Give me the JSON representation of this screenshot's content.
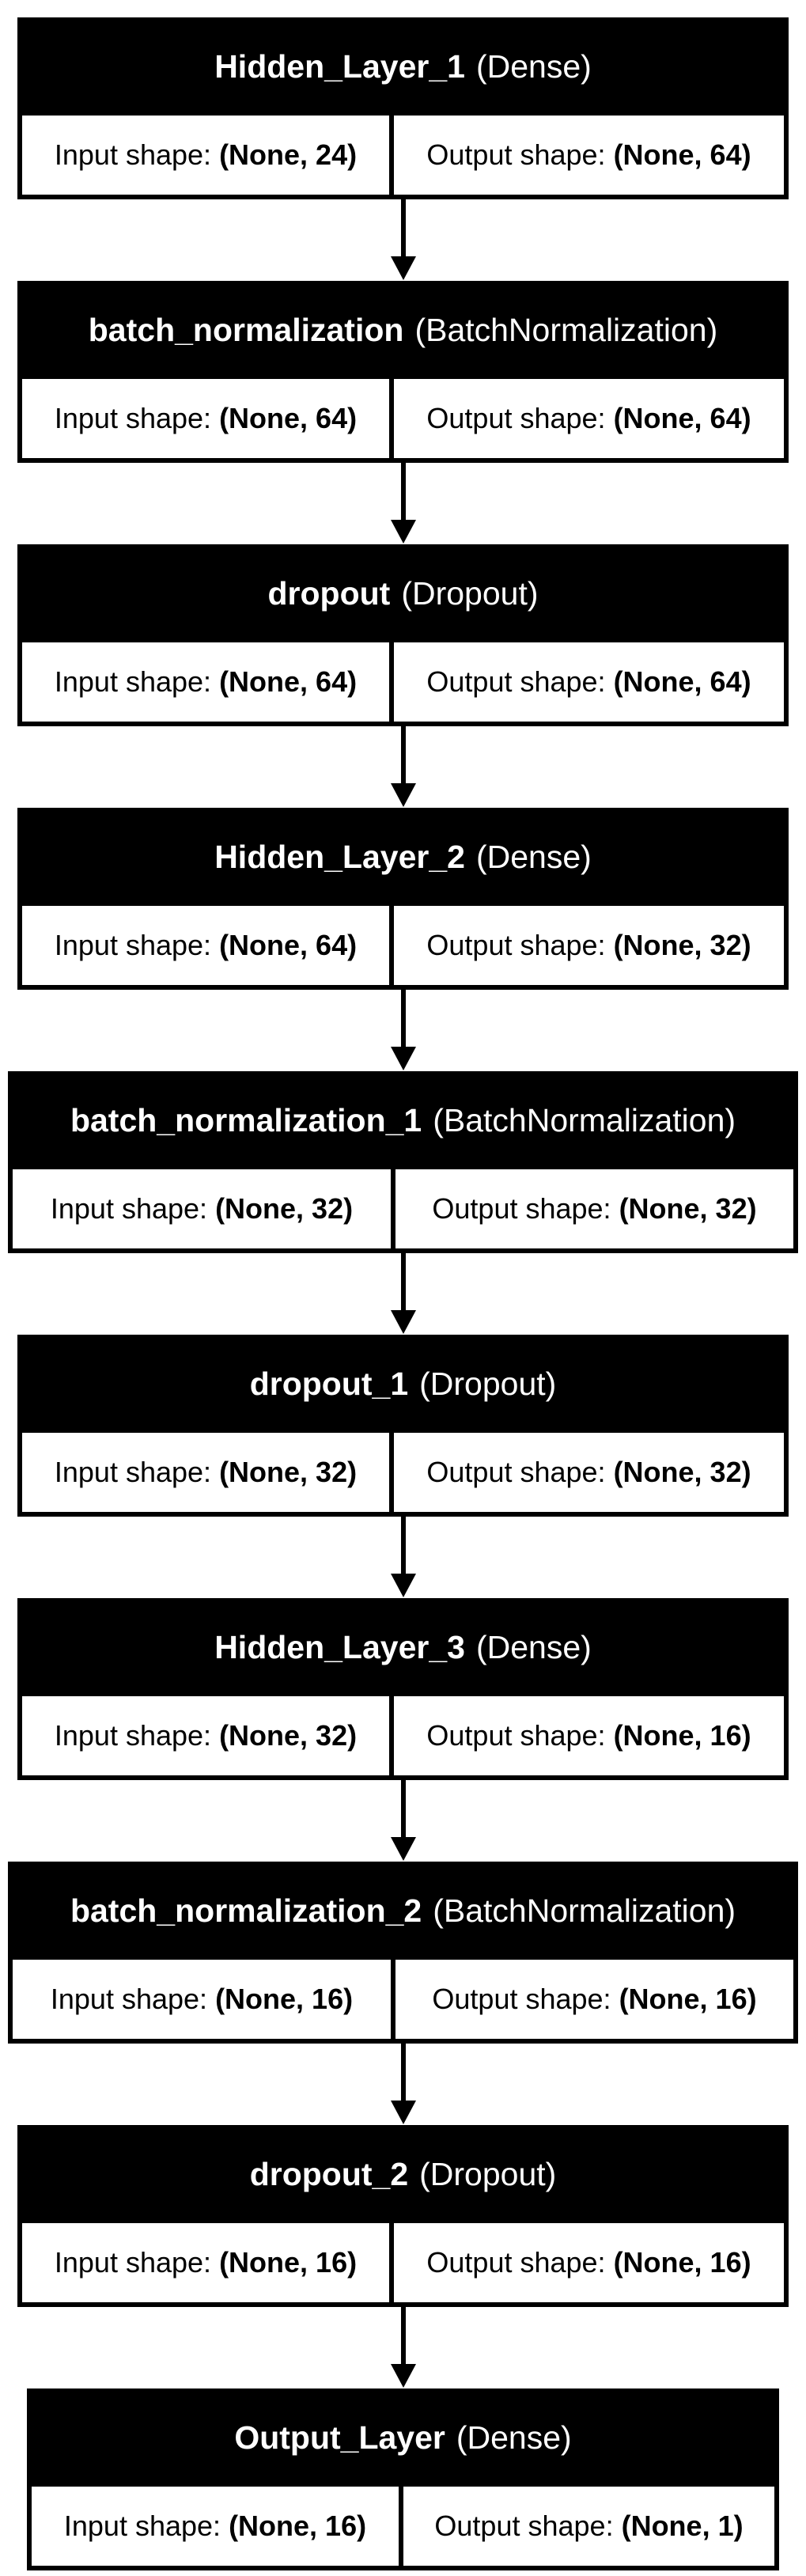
{
  "diagram": {
    "type": "keras-model-plot",
    "layers": [
      {
        "name": "Hidden_Layer_1",
        "type": "(Dense)",
        "input_label": "Input shape:",
        "input_shape": "(None, 24)",
        "output_label": "Output shape:",
        "output_shape": "(None, 64)"
      },
      {
        "name": "batch_normalization",
        "type": "(BatchNormalization)",
        "input_label": "Input shape:",
        "input_shape": "(None, 64)",
        "output_label": "Output shape:",
        "output_shape": "(None, 64)"
      },
      {
        "name": "dropout",
        "type": "(Dropout)",
        "input_label": "Input shape:",
        "input_shape": "(None, 64)",
        "output_label": "Output shape:",
        "output_shape": "(None, 64)"
      },
      {
        "name": "Hidden_Layer_2",
        "type": "(Dense)",
        "input_label": "Input shape:",
        "input_shape": "(None, 64)",
        "output_label": "Output shape:",
        "output_shape": "(None, 32)"
      },
      {
        "name": "batch_normalization_1",
        "type": "(BatchNormalization)",
        "input_label": "Input shape:",
        "input_shape": "(None, 32)",
        "output_label": "Output shape:",
        "output_shape": "(None, 32)"
      },
      {
        "name": "dropout_1",
        "type": "(Dropout)",
        "input_label": "Input shape:",
        "input_shape": "(None, 32)",
        "output_label": "Output shape:",
        "output_shape": "(None, 32)"
      },
      {
        "name": "Hidden_Layer_3",
        "type": "(Dense)",
        "input_label": "Input shape:",
        "input_shape": "(None, 32)",
        "output_label": "Output shape:",
        "output_shape": "(None, 16)"
      },
      {
        "name": "batch_normalization_2",
        "type": "(BatchNormalization)",
        "input_label": "Input shape:",
        "input_shape": "(None, 16)",
        "output_label": "Output shape:",
        "output_shape": "(None, 16)"
      },
      {
        "name": "dropout_2",
        "type": "(Dropout)",
        "input_label": "Input shape:",
        "input_shape": "(None, 16)",
        "output_label": "Output shape:",
        "output_shape": "(None, 16)"
      },
      {
        "name": "Output_Layer",
        "type": "(Dense)",
        "input_label": "Input shape:",
        "input_shape": "(None, 16)",
        "output_label": "Output shape:",
        "output_shape": "(None, 1)"
      }
    ],
    "colors": {
      "header_background": "#000000",
      "header_text": "#ffffff",
      "cell_background": "#ffffff",
      "cell_text": "#000000",
      "connector": "#000000"
    }
  }
}
